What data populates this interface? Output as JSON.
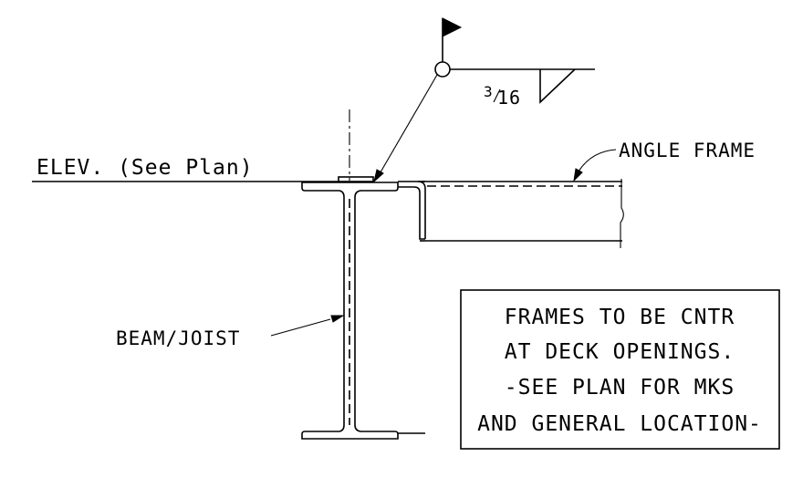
{
  "labels": {
    "elevation": "ELEV. (See Plan)",
    "angle_frame": "ANGLE FRAME",
    "beam_joist": "BEAM/JOIST",
    "weld_size_numerator": "3",
    "weld_size_denominator": "16"
  },
  "note": {
    "line1": "FRAMES TO BE CNTR",
    "line2": "AT DECK OPENINGS.",
    "line3": "-SEE PLAN FOR MKS",
    "line4": "AND GENERAL LOCATION-"
  },
  "colors": {
    "line": "#000000",
    "background": "#ffffff"
  }
}
